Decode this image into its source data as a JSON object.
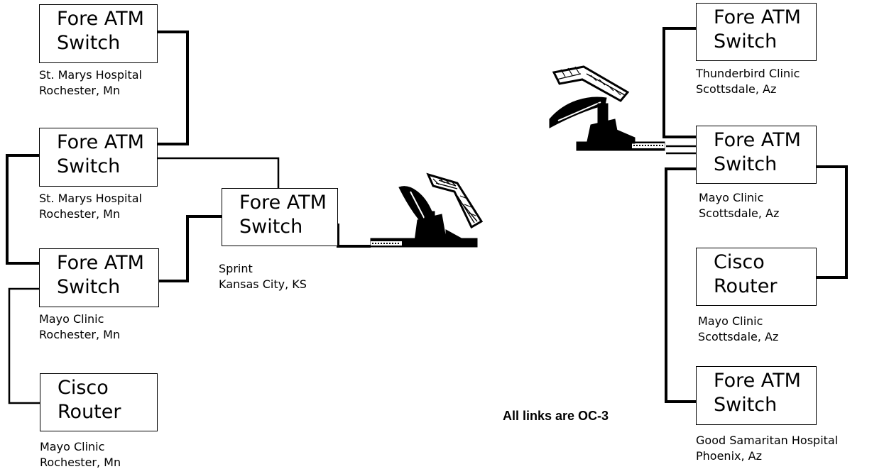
{
  "nodes": [
    {
      "line1": "Fore ATM",
      "line2": "Switch",
      "site": "St. Marys Hospital",
      "city": "Rochester, Mn"
    },
    {
      "line1": "Fore ATM",
      "line2": "Switch",
      "site": "St. Marys Hospital",
      "city": "Rochester, Mn"
    },
    {
      "line1": "Fore ATM",
      "line2": "Switch",
      "site": "Mayo Clinic",
      "city": "Rochester, Mn"
    },
    {
      "line1": "Cisco",
      "line2": "Router",
      "site": "Mayo Clinic",
      "city": "Rochester, Mn"
    },
    {
      "line1": "Fore ATM",
      "line2": "Switch",
      "site": "Sprint",
      "city": "Kansas City, KS"
    },
    {
      "line1": "Fore ATM",
      "line2": "Switch",
      "site": "Thunderbird Clinic",
      "city": "Scottsdale, Az"
    },
    {
      "line1": "Fore ATM",
      "line2": "Switch",
      "site": "Mayo Clinic",
      "city": "Scottsdale, Az"
    },
    {
      "line1": "Cisco",
      "line2": "Router",
      "site": "Mayo Clinic",
      "city": "Scottsdale, Az"
    },
    {
      "line1": "Fore ATM",
      "line2": "Switch",
      "site": "Good Samaritan Hospital",
      "city": "Phoenix, Az"
    }
  ],
  "note": "All links are OC-3",
  "icons": [
    "satellite-dish-icon",
    "satellite-dish-icon"
  ],
  "colors": {
    "line": "#000000",
    "background": "#ffffff"
  }
}
